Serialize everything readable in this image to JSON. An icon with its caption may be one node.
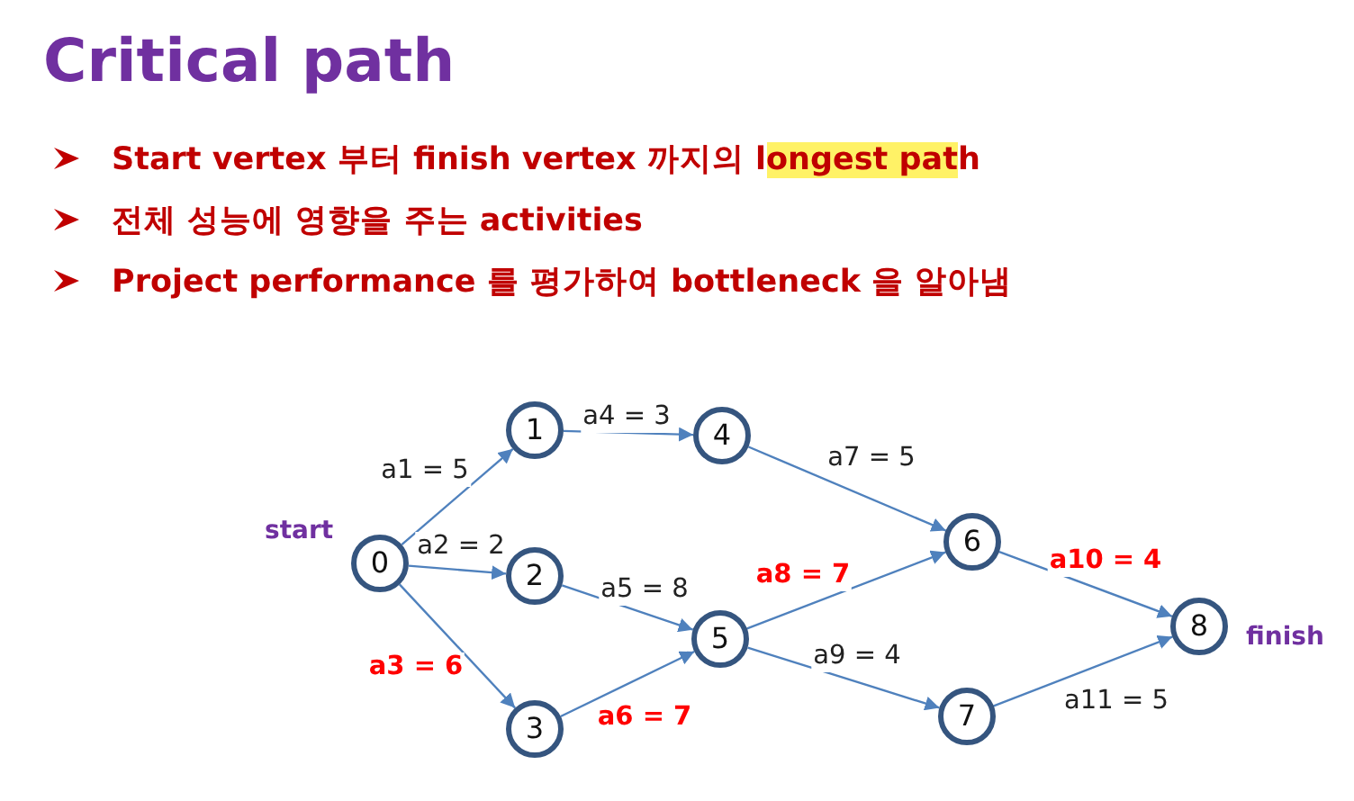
{
  "diagram": {
    "title": "Critical path",
    "nodes": [
      {
        "text": [
          "0"
        ],
        "beside": [
          "start"
        ]
      },
      {
        "text": [
          "1"
        ]
      },
      {
        "text": [
          "2"
        ]
      },
      {
        "text": [
          "3"
        ]
      },
      {
        "text": [
          "4"
        ]
      },
      {
        "text": [
          "5"
        ]
      },
      {
        "text": [
          "6"
        ]
      },
      {
        "text": [
          "7"
        ]
      },
      {
        "text": [
          "8"
        ],
        "beside": [
          "finish"
        ]
      }
    ],
    "edges": [
      {
        "from": 0,
        "to": 1,
        "arrow": "to",
        "label": "a1 = 5"
      },
      {
        "from": 0,
        "to": 2,
        "arrow": "to",
        "label": "a2 = 2"
      },
      {
        "from": 0,
        "to": 3,
        "arrow": "to",
        "label": "a3 = 6"
      },
      {
        "from": 1,
        "to": 4,
        "arrow": "to",
        "label": "a4 = 3"
      },
      {
        "from": 2,
        "to": 5,
        "arrow": "to",
        "label": "a5 = 8"
      },
      {
        "from": 3,
        "to": 5,
        "arrow": "to",
        "label": "a6 = 7"
      },
      {
        "from": 4,
        "to": 6,
        "arrow": "to",
        "label": "a7 = 5"
      },
      {
        "from": 5,
        "to": 6,
        "arrow": "to",
        "label": "a8 = 7"
      },
      {
        "from": 5,
        "to": 7,
        "arrow": "to",
        "label": "a9 = 4"
      },
      {
        "from": 6,
        "to": 8,
        "arrow": "to",
        "label": "a10 = 4"
      },
      {
        "from": 7,
        "to": 8,
        "arrow": "to",
        "label": "a11 = 5"
      }
    ],
    "labels": [
      "Start vertex 부터 finish vertex 까지의 longest path",
      "전체 성능에 영향을 주는 activities",
      "Project performance 를 평가하여 bottleneck 을 알아냄"
    ]
  }
}
